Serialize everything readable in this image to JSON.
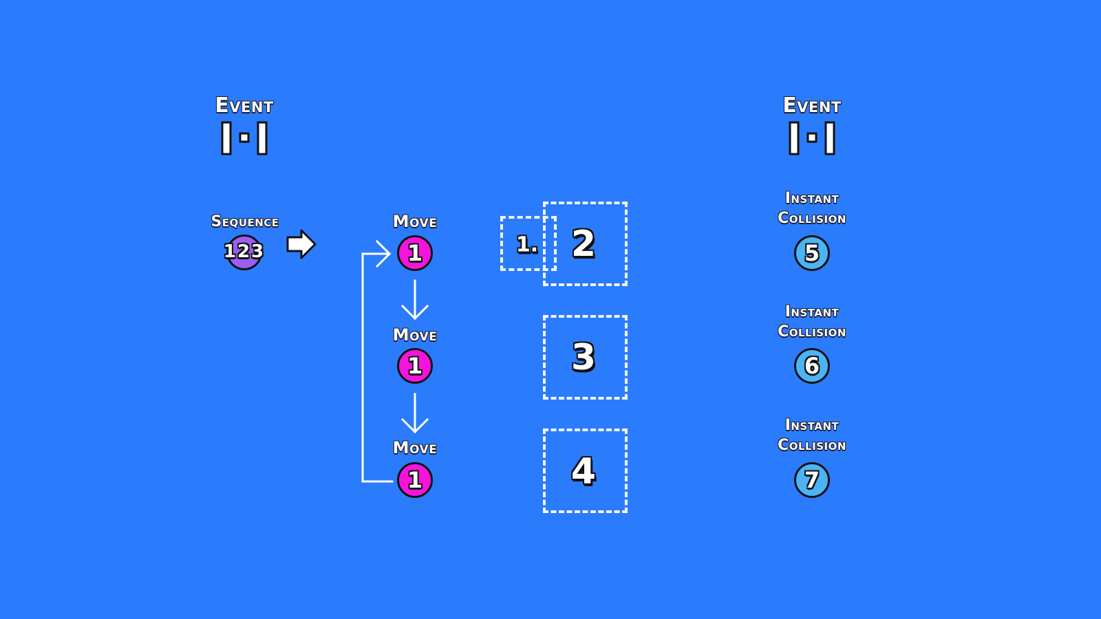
{
  "left_event": {
    "title": "Event",
    "value": "1-1"
  },
  "right_event": {
    "title": "Event",
    "value": "1-1"
  },
  "sequence": {
    "label": "Sequence",
    "digits": "123"
  },
  "moves": [
    {
      "label": "Move",
      "group": "1"
    },
    {
      "label": "Move",
      "group": "1"
    },
    {
      "label": "Move",
      "group": "1"
    }
  ],
  "groups": {
    "small": "1.",
    "top": "2",
    "middle": "3",
    "bottom": "4"
  },
  "collisions": [
    {
      "label_line1": "Instant",
      "label_line2": "Collision",
      "group": "5"
    },
    {
      "label_line1": "Instant",
      "label_line2": "Collision",
      "group": "6"
    },
    {
      "label_line1": "Instant",
      "label_line2": "Collision",
      "group": "7"
    }
  ],
  "colors": {
    "background": "#2a7cfc",
    "move_orb": "#f414dc",
    "collision_orb": "#4ab4f4",
    "sequence_orb": "#9b5ef0"
  },
  "icons": {
    "event_bars": "event-bars-icon",
    "sequence_arrow": "right-arrow-icon",
    "flow_arrow": "down-arrow-icon",
    "loop_arrow": "loop-back-arrow-icon"
  }
}
